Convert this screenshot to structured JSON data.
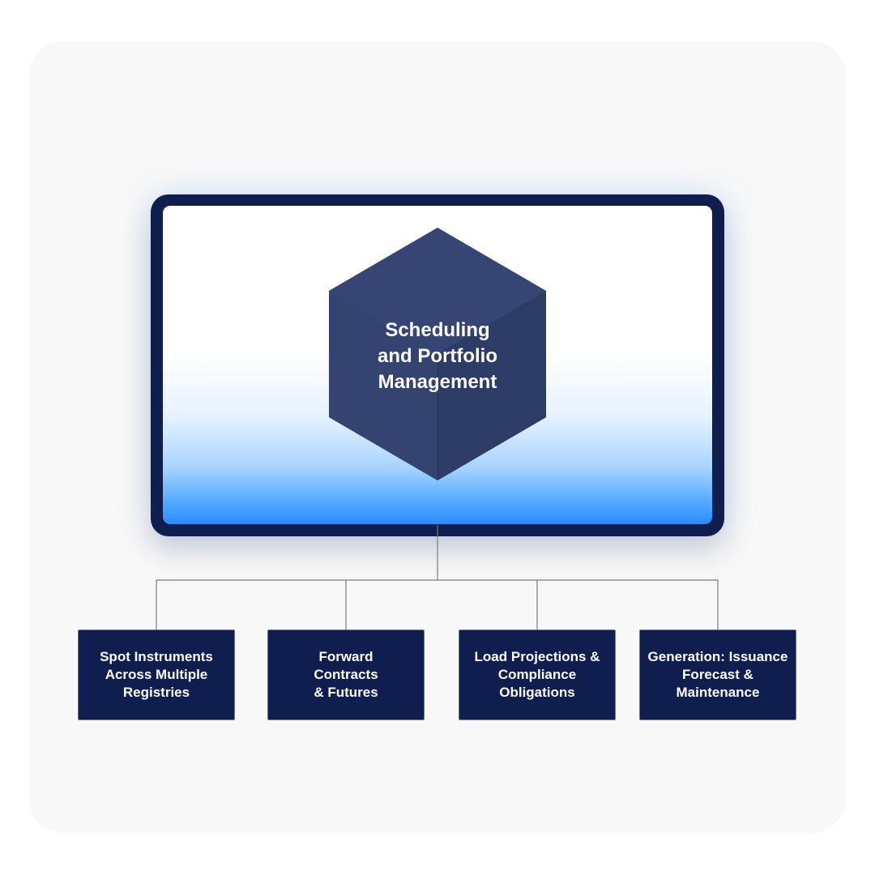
{
  "center": {
    "title": "Scheduling\nand Portfolio\nManagement"
  },
  "boxes": [
    {
      "label": "Spot Instruments\nAcross Multiple\nRegistries"
    },
    {
      "label": "Forward\nContracts\n& Futures"
    },
    {
      "label": "Load Projections &\nCompliance\nObligations"
    },
    {
      "label": "Generation: Issuance\nForecast &\nMaintenance"
    }
  ],
  "colors": {
    "navy": "#0f1d4f",
    "hexagon": "#2f3f6e",
    "accent_blue": "#2a8cff",
    "connector": "#7a7a7a",
    "background": "#f8f8f8"
  }
}
